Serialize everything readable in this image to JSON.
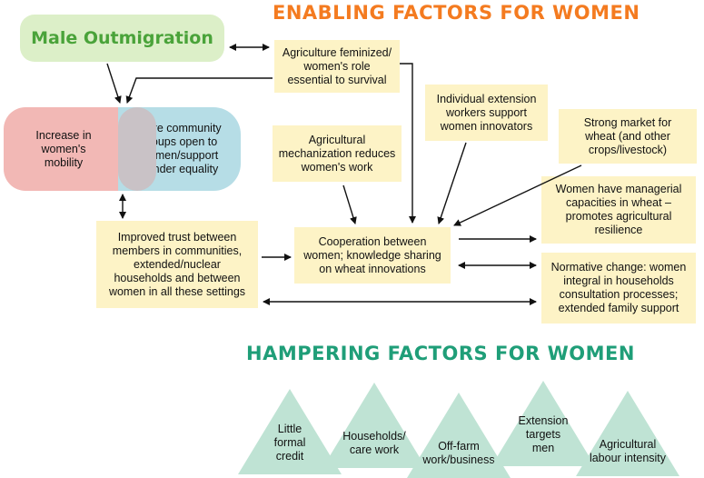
{
  "titles": {
    "enabling": "ENABLING FACTORS FOR WOMEN",
    "hampering": "HAMPERING FACTORS FOR WOMEN"
  },
  "nodes": {
    "male_outmigration": "Male Outmigration",
    "agriculture_feminized": [
      "Agriculture feminized/",
      "women's role",
      "essential to survival"
    ],
    "individual_extension": [
      "Individual extension",
      "workers support",
      "women innovators"
    ],
    "strong_market": [
      "Strong market for",
      "wheat (and other",
      "crops/livestock)"
    ],
    "increase_mobility": [
      "Increase in",
      "women's",
      "mobility"
    ],
    "more_community": [
      "More community",
      "groups open to",
      "women/support",
      "gender equality"
    ],
    "agricultural_mechanization": [
      "Agricultural",
      "mechanization reduces",
      "women's work"
    ],
    "managerial_capacities": [
      "Women have managerial",
      "capacities in wheat –",
      "promotes agricultural",
      "resilience"
    ],
    "improved_trust": [
      "Improved trust between",
      "members in communities,",
      "extended/nuclear",
      "households and between",
      "women in all these settings"
    ],
    "cooperation": [
      "Cooperation between",
      "women; knowledge sharing",
      "on wheat innovations"
    ],
    "normative_change": [
      "Normative change: women",
      "integral in households",
      "consultation processes;",
      "extended family support"
    ]
  },
  "hampering_factors": [
    [
      "Little",
      "formal",
      "credit"
    ],
    [
      "Households/",
      "care work"
    ],
    [
      "Off-farm",
      "work/business"
    ],
    [
      "Extension",
      "targets",
      "men"
    ],
    [
      "Agricultural",
      "labour intensity"
    ]
  ],
  "colors": {
    "enabling_title": "#f47b20",
    "hampering_title": "#1f9e78",
    "box_fill": "#fdf3c6",
    "male_fill": "#dcefc8",
    "male_text": "#4aa33a",
    "mobility_fill": "#f2b8b5",
    "community_fill": "#b6dde6",
    "triangle_fill": "#bfe3d4"
  }
}
